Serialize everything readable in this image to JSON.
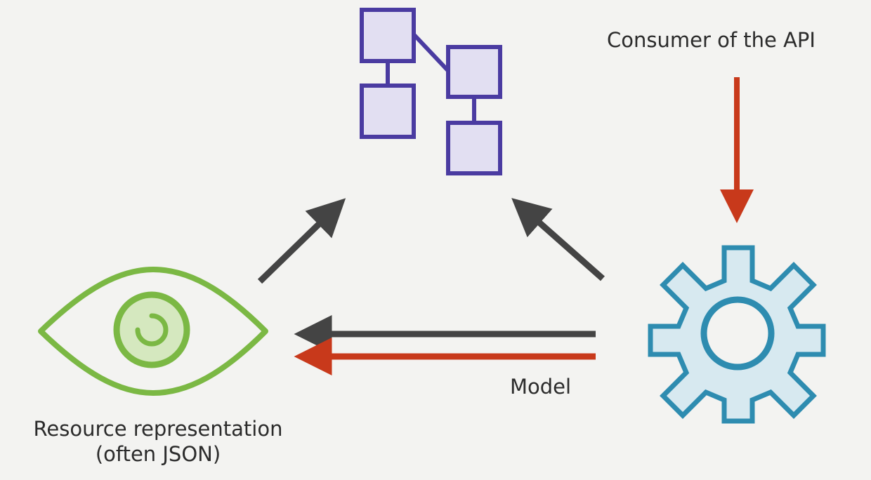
{
  "labels": {
    "consumer": "Consumer of the API",
    "model": "Model",
    "resource_line1": "Resource representation",
    "resource_line2": "(often JSON)"
  },
  "icons": {
    "top": "hierarchy-diagram-icon",
    "left": "eye-icon",
    "right": "gear-icon"
  },
  "colors": {
    "background": "#f3f3f1",
    "text": "#2b2b2b",
    "hierarchy_stroke": "#4a3ba1",
    "hierarchy_fill": "#e2dff2",
    "eye_stroke": "#7bb844",
    "eye_fill": "#d5e8bf",
    "gear_stroke": "#2e8cb0",
    "gear_fill": "#d7e9f0",
    "arrow_dark": "#444444",
    "arrow_red": "#c8391b"
  }
}
